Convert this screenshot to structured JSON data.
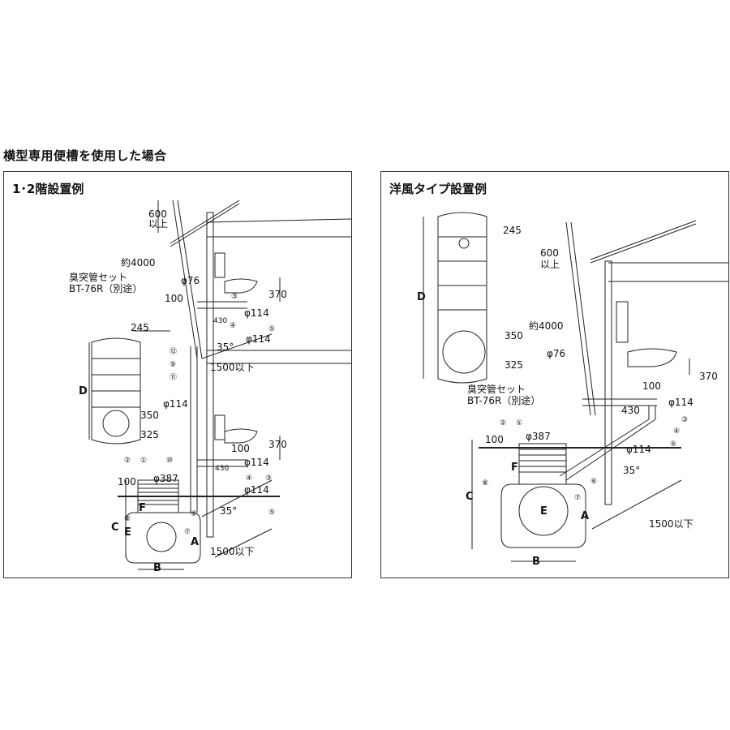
{
  "heading": "横型専用便槽を使用した場合",
  "left": {
    "title": "1･2階設置例",
    "labels": {
      "h600": "600",
      "ijou": "以上",
      "yaku4000": "約4000",
      "shuutotsu": "臭突管セット",
      "bt76r": "BT-76R（別途）",
      "phi76": "φ76",
      "d370a": "370",
      "d100a": "100",
      "phi114a": "φ114",
      "d430a": "430",
      "phi114b": "φ114",
      "deg35a": "35°",
      "d1500a": "1500以下",
      "d245": "245",
      "D": "D",
      "d350": "350",
      "d325": "325",
      "phi114c": "φ114",
      "d370b": "370",
      "d100b": "100",
      "phi114d": "φ114",
      "d430b": "430",
      "phi114e": "φ114",
      "deg35b": "35°",
      "d1500b": "1500以下",
      "phi387": "φ387",
      "d100c": "100",
      "F": "F",
      "C": "C",
      "E": "E",
      "A": "A",
      "B": "B"
    },
    "circles": [
      "①",
      "②",
      "③",
      "④",
      "⑤",
      "⑥",
      "⑦",
      "⑧",
      "⑨",
      "⑩",
      "⑪",
      "⑫",
      "③",
      "④",
      "⑤"
    ]
  },
  "right": {
    "title": "洋風タイプ設置例",
    "labels": {
      "d245": "245",
      "h600": "600",
      "ijou": "以上",
      "D": "D",
      "yaku4000": "約4000",
      "d350": "350",
      "d325": "325",
      "phi76": "φ76",
      "d370": "370",
      "d100a": "100",
      "shuutotsu": "臭突管セット",
      "bt76r": "BT-76R（別途）",
      "phi114a": "φ114",
      "d430": "430",
      "phi387": "φ387",
      "d100b": "100",
      "phi114b": "φ114",
      "F": "F",
      "deg35": "35°",
      "C": "C",
      "E": "E",
      "A": "A",
      "d1500": "1500以下",
      "B": "B"
    },
    "circles": [
      "①",
      "②",
      "③",
      "④",
      "⑤",
      "⑥",
      "⑦",
      "⑧"
    ]
  }
}
